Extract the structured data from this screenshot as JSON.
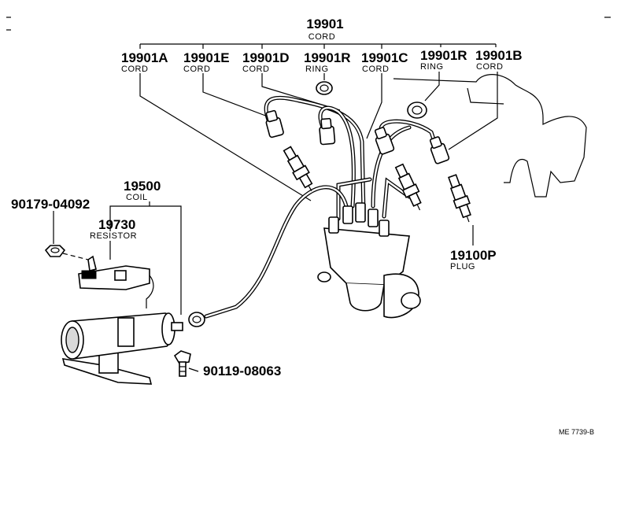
{
  "callouts": {
    "c19901": {
      "part": "19901",
      "name": "CORD"
    },
    "c19901a": {
      "part": "19901A",
      "name": "CORD"
    },
    "c19901e": {
      "part": "19901E",
      "name": "CORD"
    },
    "c19901d": {
      "part": "19901D",
      "name": "CORD"
    },
    "c19901r_1": {
      "part": "19901R",
      "name": "RING"
    },
    "c19901c": {
      "part": "19901C",
      "name": "CORD"
    },
    "c19901r_2": {
      "part": "19901R",
      "name": "RING"
    },
    "c19901b": {
      "part": "19901B",
      "name": "CORD"
    },
    "c19500": {
      "part": "19500",
      "name": "COIL"
    },
    "c90179": {
      "part": "90179-04092"
    },
    "c19730": {
      "part": "19730",
      "name": "RESISTOR"
    },
    "c19100p": {
      "part": "19100P",
      "name": "PLUG"
    },
    "c90119": {
      "part": "90119-08063"
    }
  },
  "figure_ref": "ME 7739-B"
}
